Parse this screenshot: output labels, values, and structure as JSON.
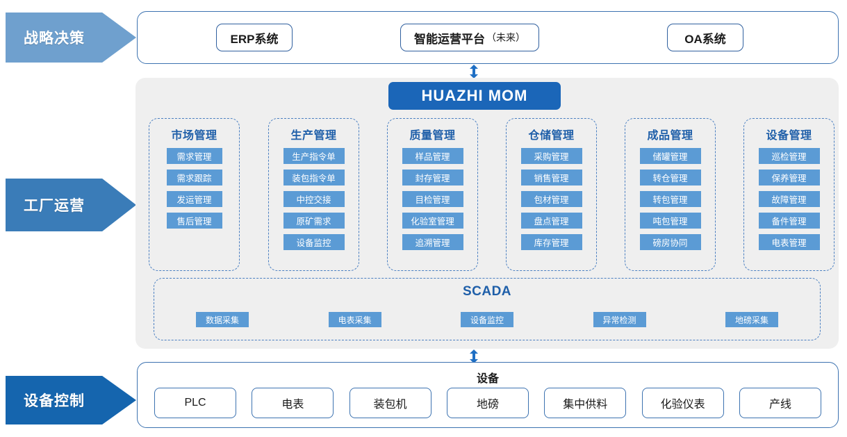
{
  "stages": [
    {
      "label": "战略决策",
      "color": "#6FA0CE"
    },
    {
      "label": "工厂运营",
      "color": "#3A7CB8"
    },
    {
      "label": "设备控制",
      "color": "#1565AE"
    }
  ],
  "top_band": {
    "systems": [
      {
        "label": "ERP系统",
        "suffix": ""
      },
      {
        "label": "智能运营平台",
        "suffix": "（未来）"
      },
      {
        "label": "OA系统",
        "suffix": ""
      }
    ]
  },
  "mom": {
    "title": "HUAZHI  MOM",
    "color": "#1B66B8"
  },
  "modules": [
    {
      "title": "市场管理",
      "items": [
        "需求管理",
        "需求跟踪",
        "发运管理",
        "售后管理"
      ]
    },
    {
      "title": "生产管理",
      "items": [
        "生产指令单",
        "装包指令单",
        "中控交接",
        "原矿需求",
        "设备监控"
      ]
    },
    {
      "title": "质量管理",
      "items": [
        "样品管理",
        "封存管理",
        "目检管理",
        "化验室管理",
        "追溯管理"
      ]
    },
    {
      "title": "仓储管理",
      "items": [
        "采购管理",
        "销售管理",
        "包材管理",
        "盘点管理",
        "库存管理"
      ]
    },
    {
      "title": "成品管理",
      "items": [
        "储罐管理",
        "转仓管理",
        "转包管理",
        "吨包管理",
        "磅房协同"
      ]
    },
    {
      "title": "设备管理",
      "items": [
        "巡检管理",
        "保养管理",
        "故障管理",
        "备件管理",
        "电表管理"
      ]
    }
  ],
  "scada": {
    "title": "SCADA",
    "items": [
      "数据采集",
      "电表采集",
      "设备监控",
      "异常检测",
      "地磅采集"
    ]
  },
  "bottom_band": {
    "title": "设备",
    "items": [
      "PLC",
      "电表",
      "装包机",
      "地磅",
      "集中供料",
      "化验仪表",
      "产线"
    ]
  },
  "colors": {
    "pill": "#5B9BD5",
    "module_title": "#1F5FA9",
    "border_blue": "#3C72B0",
    "panel_gray": "#EFEFEF",
    "arrow_blue": "#1F6FC4"
  }
}
